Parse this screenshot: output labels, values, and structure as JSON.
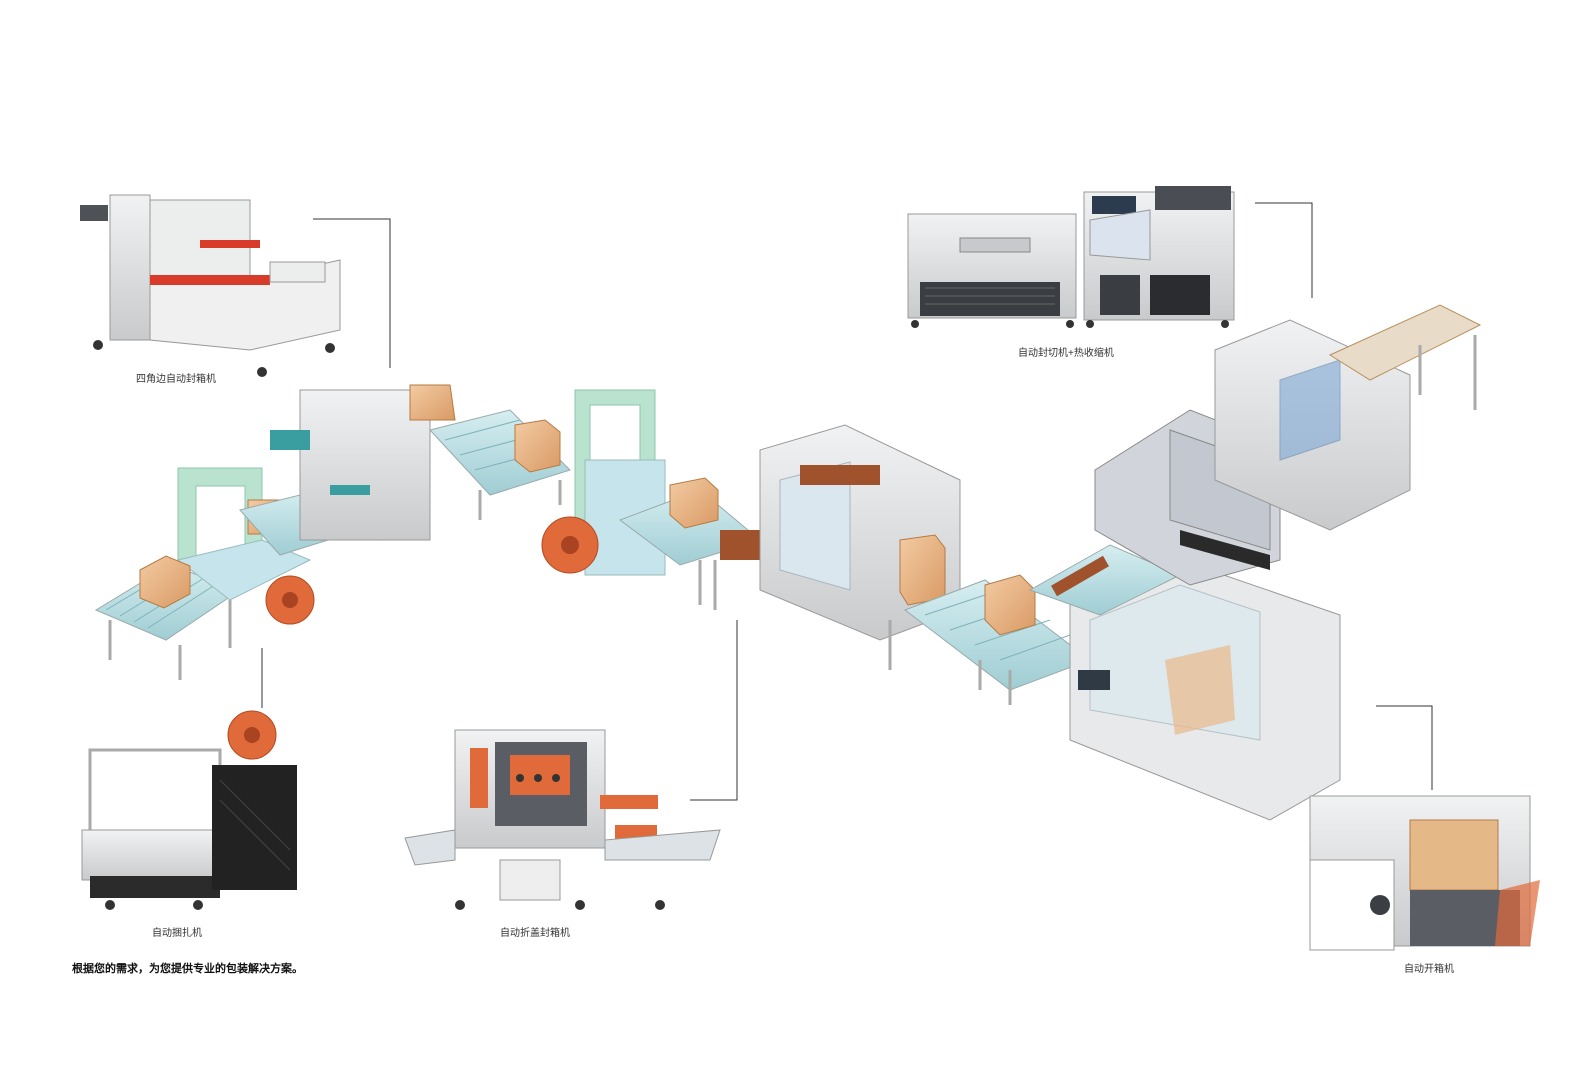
{
  "machines": [
    {
      "id": "corner",
      "label": "四角边自动封箱机"
    },
    {
      "id": "shrink",
      "label": "自动封切机+热收缩机"
    },
    {
      "id": "strapper",
      "label": "自动捆扎机"
    },
    {
      "id": "folder",
      "label": "自动折盖封箱机"
    },
    {
      "id": "erector",
      "label": "自动开箱机"
    }
  ],
  "tagline": "根据您的需求，为您提供专业的包装解决方案。",
  "colors": {
    "frame": "#d9dadc",
    "roller": "#b7dbe0",
    "carton": "#e9b889",
    "accent": "#e06a3a",
    "strap_frame": "#b9e3cf",
    "dark": "#2a2a2a"
  }
}
